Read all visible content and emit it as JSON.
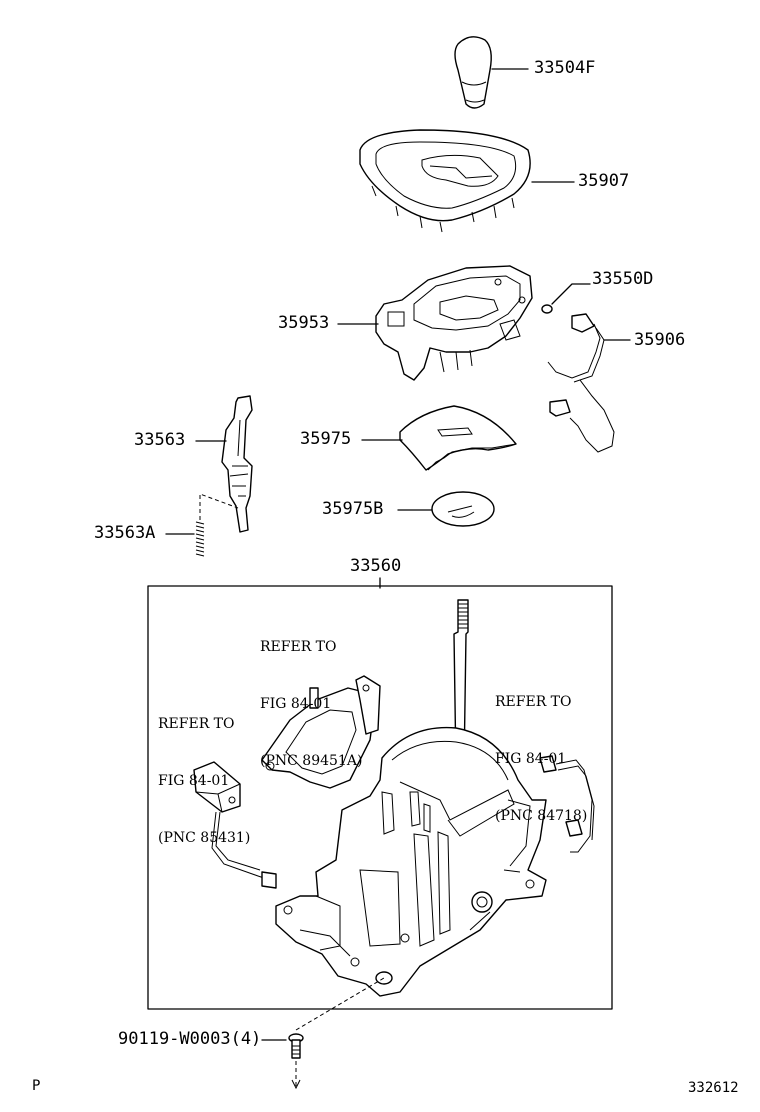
{
  "parts": {
    "p33504F": "33504F",
    "p35907": "35907",
    "p33550D": "33550D",
    "p35953": "35953",
    "p35906": "35906",
    "p33563": "33563",
    "p35975": "35975",
    "p35975B": "35975B",
    "p33563A": "33563A",
    "p33560": "33560",
    "bolt": "90119-W0003(4)"
  },
  "refs": {
    "ref1": [
      "REFER TO",
      "FIG 84-01",
      "(PNC 89451A)"
    ],
    "ref2": [
      "REFER TO",
      "FIG 84-01",
      "(PNC 85431)"
    ],
    "ref3": [
      "REFER TO",
      "FIG 84-01",
      "(PNC 84718)"
    ]
  },
  "footer": {
    "left_code": "P",
    "figure_number": "332612"
  }
}
